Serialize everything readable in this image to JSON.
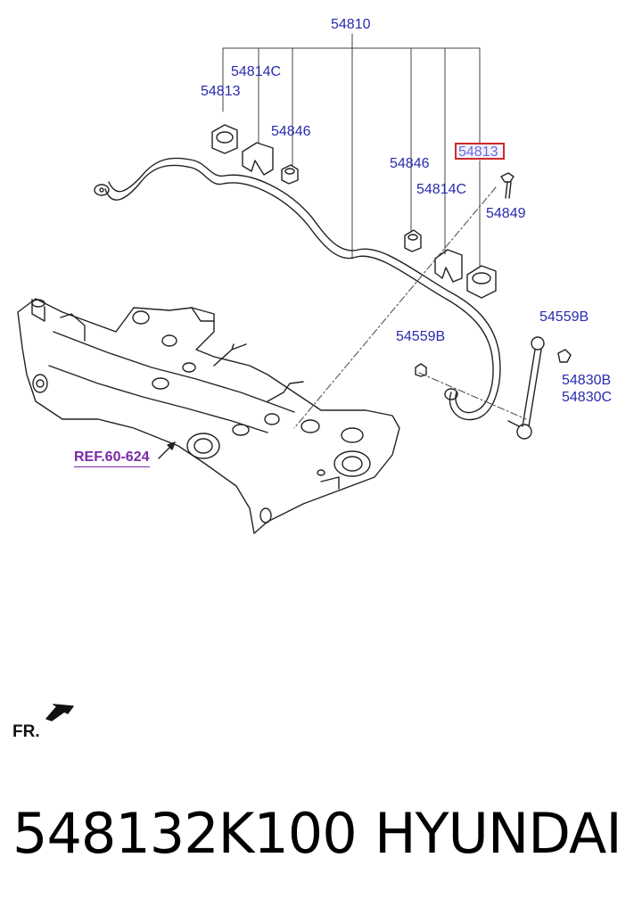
{
  "diagram": {
    "labels": {
      "stabilizer_bar": "54810",
      "bracket_left": "54814C",
      "bushing_left": "54813",
      "bushing_small_left": "54846",
      "bushing_small_right": "54846",
      "bracket_right": "54814C",
      "bushing_right_highlighted": "54813",
      "bolt": "54849",
      "nut_right": "54559B",
      "nut_left": "54559B",
      "link_b": "54830B",
      "link_c": "54830C"
    },
    "reference": "REF.60-624",
    "front_marker": "FR.",
    "colors": {
      "label_text": "#2a2ab0",
      "highlight_border": "#d0282a",
      "reference_text": "#7a2aa8",
      "line_art": "#222222"
    }
  },
  "caption": {
    "part_number": "548132K100",
    "brand": "HYUNDAI"
  }
}
